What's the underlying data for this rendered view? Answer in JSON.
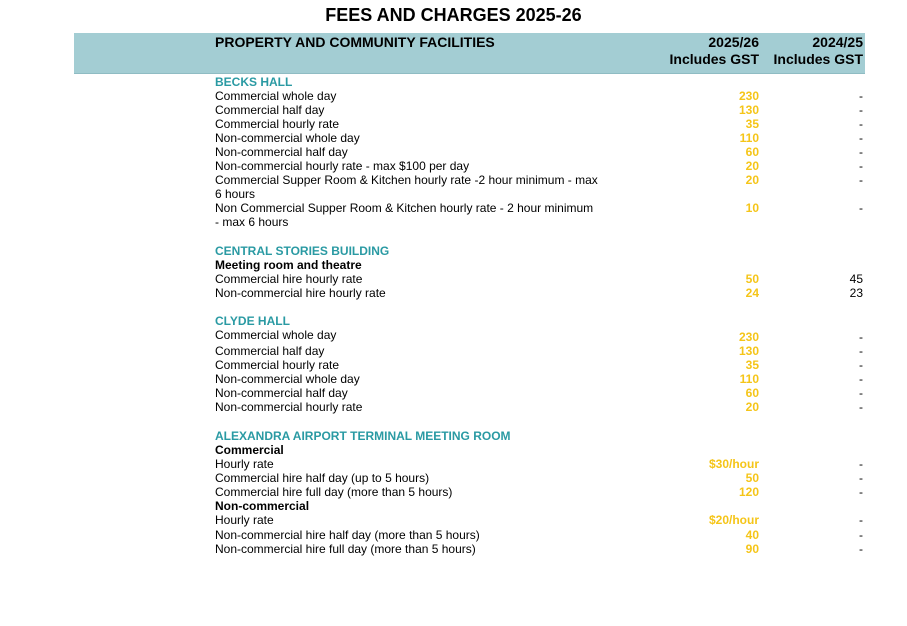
{
  "title": "FEES AND CHARGES 2025-26",
  "header": {
    "section": "PROPERTY AND COMMUNITY FACILITIES",
    "col1_line1": "2025/26",
    "col1_line2": "Includes GST",
    "col2_line1": "2024/25",
    "col2_line2": "Includes GST"
  },
  "becks": {
    "heading": "BECKS HALL",
    "rows": [
      {
        "label": "Commercial whole day",
        "cur": "230",
        "prev": "-"
      },
      {
        "label": "Commercial half day",
        "cur": "130",
        "prev": "-"
      },
      {
        "label": "Commercial hourly rate",
        "cur": "35",
        "prev": "-"
      },
      {
        "label": "Non-commercial whole day",
        "cur": "110",
        "prev": "-"
      },
      {
        "label": "Non-commercial half day",
        "cur": "60",
        "prev": "-"
      },
      {
        "label": "Non-commercial hourly rate - max $100 per day",
        "cur": "20",
        "prev": "-"
      },
      {
        "label": "Commercial Supper Room & Kitchen hourly rate -2 hour minimum - max 6 hours",
        "cur": "20",
        "prev": "-"
      },
      {
        "label": "Non Commercial Supper Room & Kitchen hourly rate - 2 hour minimum - max 6 hours",
        "cur": "10",
        "prev": "-"
      }
    ]
  },
  "central": {
    "heading": "CENTRAL STORIES BUILDING",
    "sub": "Meeting room and theatre",
    "rows": [
      {
        "label": "Commercial hire hourly rate",
        "cur": "50",
        "prev": "45"
      },
      {
        "label": "Non-commercial hire hourly rate",
        "cur": "24",
        "prev": "23"
      }
    ]
  },
  "clyde": {
    "heading": "CLYDE HALL",
    "rows": [
      {
        "label": "Commercial whole day",
        "cur": "230",
        "prev": "-"
      },
      {
        "label": "Commercial half day",
        "cur": "130",
        "prev": "-"
      },
      {
        "label": "Commercial hourly rate",
        "cur": "35",
        "prev": "-"
      },
      {
        "label": "Non-commercial whole day",
        "cur": "110",
        "prev": "-"
      },
      {
        "label": "Non-commercial half day",
        "cur": "60",
        "prev": "-"
      },
      {
        "label": "Non-commercial hourly rate",
        "cur": "20",
        "prev": "-"
      }
    ]
  },
  "airport": {
    "heading": "ALEXANDRA AIRPORT TERMINAL MEETING ROOM",
    "sub_commercial": "Commercial",
    "commercial_rows": [
      {
        "label": "Hourly rate",
        "cur": "$30/hour",
        "prev": "-"
      },
      {
        "label": "Commercial hire half day (up to 5 hours)",
        "cur": "50",
        "prev": "-"
      },
      {
        "label": "Commercial hire full day (more than 5 hours)",
        "cur": "120",
        "prev": "-"
      }
    ],
    "sub_noncommercial": "Non-commercial",
    "noncommercial_rows": [
      {
        "label": "Hourly rate",
        "cur": "$20/hour",
        "prev": "-"
      },
      {
        "label": "Non-commercial hire half day (more than 5 hours)",
        "cur": "40",
        "prev": "-"
      },
      {
        "label": "Non-commercial hire full day (more than 5 hours)",
        "cur": "90",
        "prev": "-"
      }
    ]
  },
  "colors": {
    "accent": "#2a9aa3",
    "header_bg": "#a3cdd3",
    "current_value": "#f5c518"
  }
}
